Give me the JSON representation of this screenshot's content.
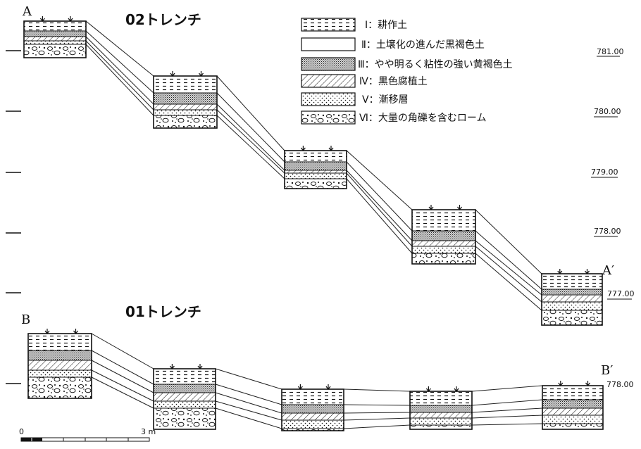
{
  "trench_02": {
    "title": "02トレンチ",
    "start": "A",
    "end": "A′"
  },
  "trench_01": {
    "title": "01トレンチ",
    "start": "B",
    "end": "B′"
  },
  "legend": [
    {
      "numeral": "Ⅰ",
      "sep": "：",
      "text": "耕作土",
      "pattern": "dash"
    },
    {
      "numeral": "Ⅱ",
      "sep": "：",
      "text": "土壌化の進んだ黒褐色土",
      "pattern": "blank"
    },
    {
      "numeral": "Ⅲ",
      "sep": "：",
      "text": "やや明るく粘性の強い黄褐色土",
      "pattern": "stipple"
    },
    {
      "numeral": "Ⅳ",
      "sep": "：",
      "text": "黒色腐植土",
      "pattern": "hatch"
    },
    {
      "numeral": "Ⅴ",
      "sep": "：",
      "text": "漸移層",
      "pattern": "dots"
    },
    {
      "numeral": "Ⅵ",
      "sep": "：",
      "text": "大量の角礫を含むローム",
      "pattern": "gravel"
    }
  ],
  "elevations_02": [
    "781.00",
    "780.00",
    "779.00",
    "778.00",
    "777.00"
  ],
  "elevation_01": "778.00",
  "scale_bar": {
    "start": "0",
    "end": "3 m"
  }
}
